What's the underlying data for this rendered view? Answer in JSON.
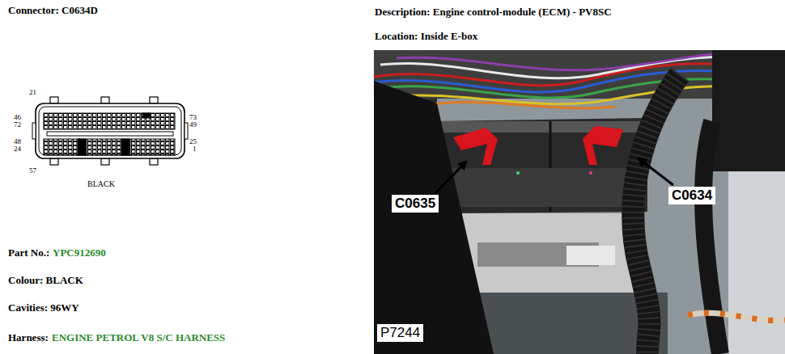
{
  "diagram": {
    "labels": [
      "Connector: C0634D",
      "Description: Engine control-module (ECM) - PV8SC",
      "Location: Inside E-box",
      "21",
      "46",
      "72",
      "73",
      "49",
      "48",
      "24",
      "25",
      "1",
      "57",
      "BLACK",
      "Part No.:",
      "YPC912690",
      "Colour: BLACK",
      "Cavities: 96WY",
      "Harness:",
      "ENGINE PETROL V8 S/C HARNESS",
      "C0635",
      "C0634",
      "P7244"
    ]
  }
}
